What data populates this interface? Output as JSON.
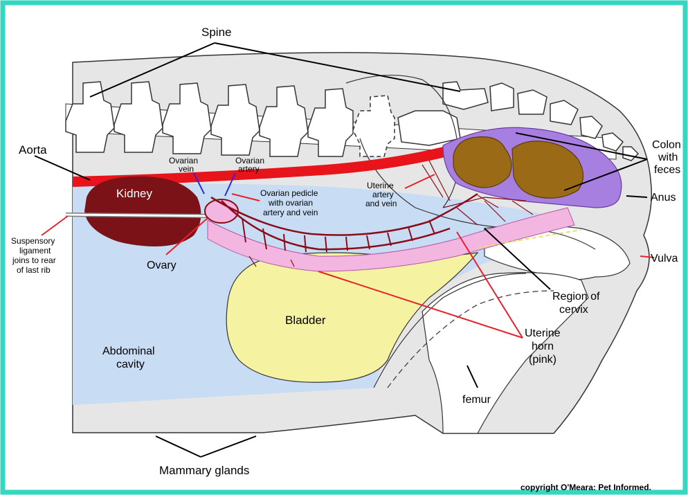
{
  "colors": {
    "frame": "#35d6c2",
    "body_gray": "#e6e6e6",
    "abdominal_cavity": "#c8dcf4",
    "kidney": "#7a1218",
    "aorta": "#e8141c",
    "colon": "#a77fe0",
    "feces": "#9a6a16",
    "bladder": "#f5f2a2",
    "uterine_horn": "#f2b6e0",
    "vessels": "#8a0c18",
    "pointer_line": "#e8202a",
    "leader_line": "#000000",
    "vein_marker": "#2a2ad8"
  },
  "labels": {
    "spine": "Spine",
    "aorta": "Aorta",
    "colon_line1": "Colon",
    "colon_line2": "with",
    "colon_line3": "feces",
    "anus": "Anus",
    "vulva": "Vulva",
    "kidney": "Kidney",
    "ovarian_vein_line1": "Ovarian",
    "ovarian_vein_line2": "vein",
    "ovarian_artery_line1": "Ovarian",
    "ovarian_artery_line2": "artery",
    "pedicle_line1": "Ovarian pedicle",
    "pedicle_line2": "with ovarian",
    "pedicle_line3": "artery and vein",
    "uterine_vessels_line1": "Uterine",
    "uterine_vessels_line2": "artery",
    "uterine_vessels_line3": "and vein",
    "suspensory_line1": "Suspensory",
    "suspensory_line2": "ligament",
    "suspensory_line3": "joins to rear",
    "suspensory_line4": "of last rib",
    "ovary": "Ovary",
    "bladder": "Bladder",
    "abdominal_line1": "Abdominal",
    "abdominal_line2": "cavity",
    "cervix_line1": "Region of",
    "cervix_line2": "cervix",
    "horn_line1": "Uterine",
    "horn_line2": "horn",
    "horn_line3": "(pink)",
    "femur": "femur",
    "mammary": "Mammary glands",
    "copyright": "copyright O'Meara: Pet Informed."
  }
}
